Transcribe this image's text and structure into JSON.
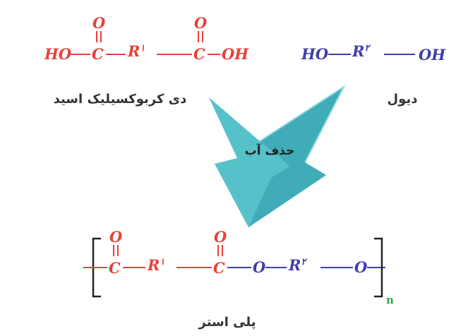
{
  "colors": {
    "acid": "#e8403a",
    "diol": "#3f3fa8",
    "subscript": "#2fa34a",
    "arrow": "#49bcc6",
    "arrow_dark": "#2b9aa8",
    "label": "#333333",
    "bracket": "#222222"
  },
  "acid": {
    "left_group": "HO",
    "carbon_1": "C",
    "oxygen_1": "O",
    "r_group": "R",
    "r_index": "۱",
    "carbon_2": "C",
    "oxygen_2": "O",
    "right_group": "OH",
    "label": "دی کربوکسیلیک اسید"
  },
  "diol": {
    "left_group": "HO",
    "r_group": "R",
    "r_index": "۲",
    "right_group": "OH",
    "label": "دیول"
  },
  "reaction": {
    "condition": "حذف آب"
  },
  "polymer": {
    "carbon_1": "C",
    "oxygen_1": "O",
    "r1_group": "R",
    "r1_index": "۱",
    "carbon_2": "C",
    "oxygen_2": "O",
    "ester_oxygen": "O",
    "r2_group": "R",
    "r2_index": "۲",
    "end_oxygen": "O",
    "subscript": "n",
    "label": "پلی استر"
  }
}
